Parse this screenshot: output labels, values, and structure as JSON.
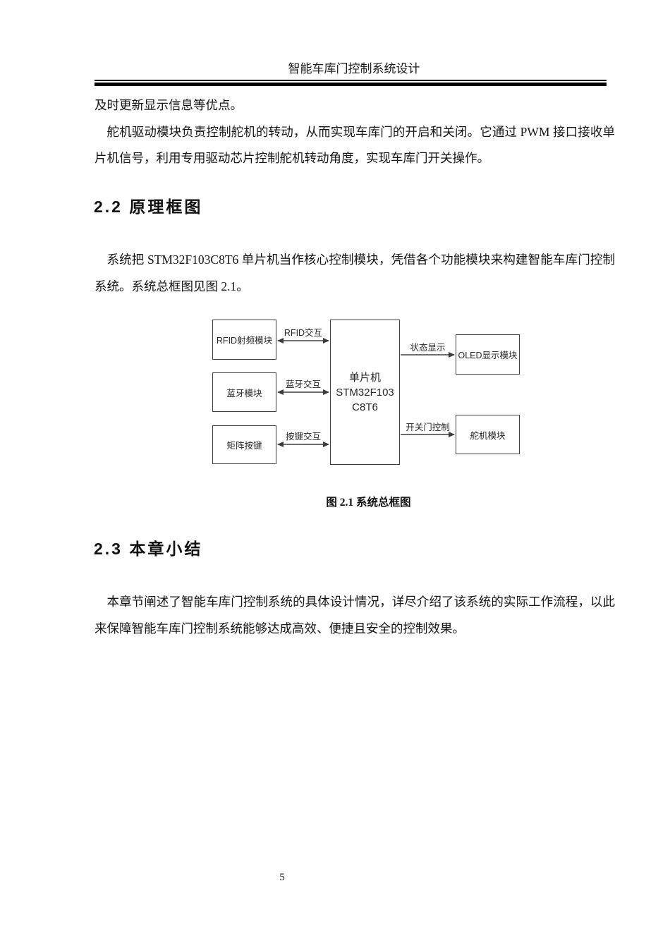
{
  "header": {
    "title": "智能车库门控制系统设计"
  },
  "intro": {
    "para1": "及时更新显示信息等优点。",
    "para2": "舵机驱动模块负责控制舵机的转动，从而实现车库门的开启和关闭。它通过 PWM 接口接收单片机信号，利用专用驱动芯片控制舵机转动角度，实现车库门开关操作。"
  },
  "section22": {
    "heading": "2.2 原理框图",
    "para": "系统把 STM32F103C8T6 单片机当作核心控制模块，凭借各个功能模块来构建智能车库门控制系统。系统总框图见图 2.1。",
    "figure": {
      "caption": "图 2.1 系统总框图",
      "diagram": {
        "left_boxes": [
          "RFID射频模块",
          "蓝牙模块",
          "矩阵按键"
        ],
        "center_box": [
          "单片机",
          "STM32F103",
          "C8T6"
        ],
        "right_boxes": [
          "OLED显示模块",
          "舵机模块"
        ],
        "left_labels": [
          "RFID交互",
          "蓝牙交互",
          "按键交互"
        ],
        "right_labels": [
          "状态显示",
          "开关门控制"
        ]
      }
    }
  },
  "section23": {
    "heading": "2.3 本章小结",
    "para": "本章节阐述了智能车库门控制系统的具体设计情况，详尽介绍了该系统的实际工作流程，以此来保障智能车库门控制系统能够达成高效、便捷且安全的控制效果。"
  },
  "footer": {
    "page_number": "5"
  }
}
